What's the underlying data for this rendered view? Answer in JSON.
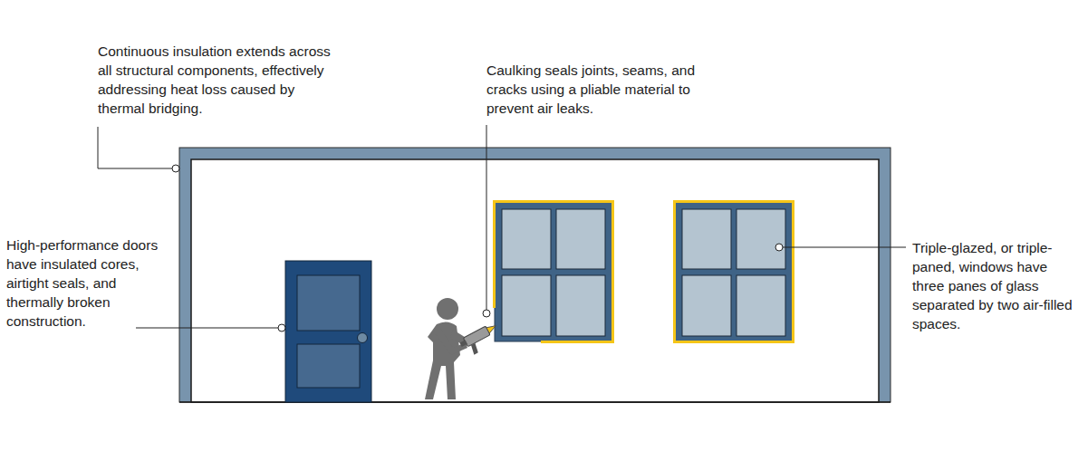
{
  "diagram": {
    "labels": [
      "Continuous insulation extends across all structural components, effectively addressing heat loss caused by thermal bridging.",
      "Caulking seals joints, seams, and cracks using a pliable material to prevent air leaks.",
      "High-performance doors have insulated cores, airtight seals, and thermally broken construction.",
      "Triple-glazed, or triple-paned, windows have three panes of glass separated by two air-filled spaces."
    ]
  }
}
